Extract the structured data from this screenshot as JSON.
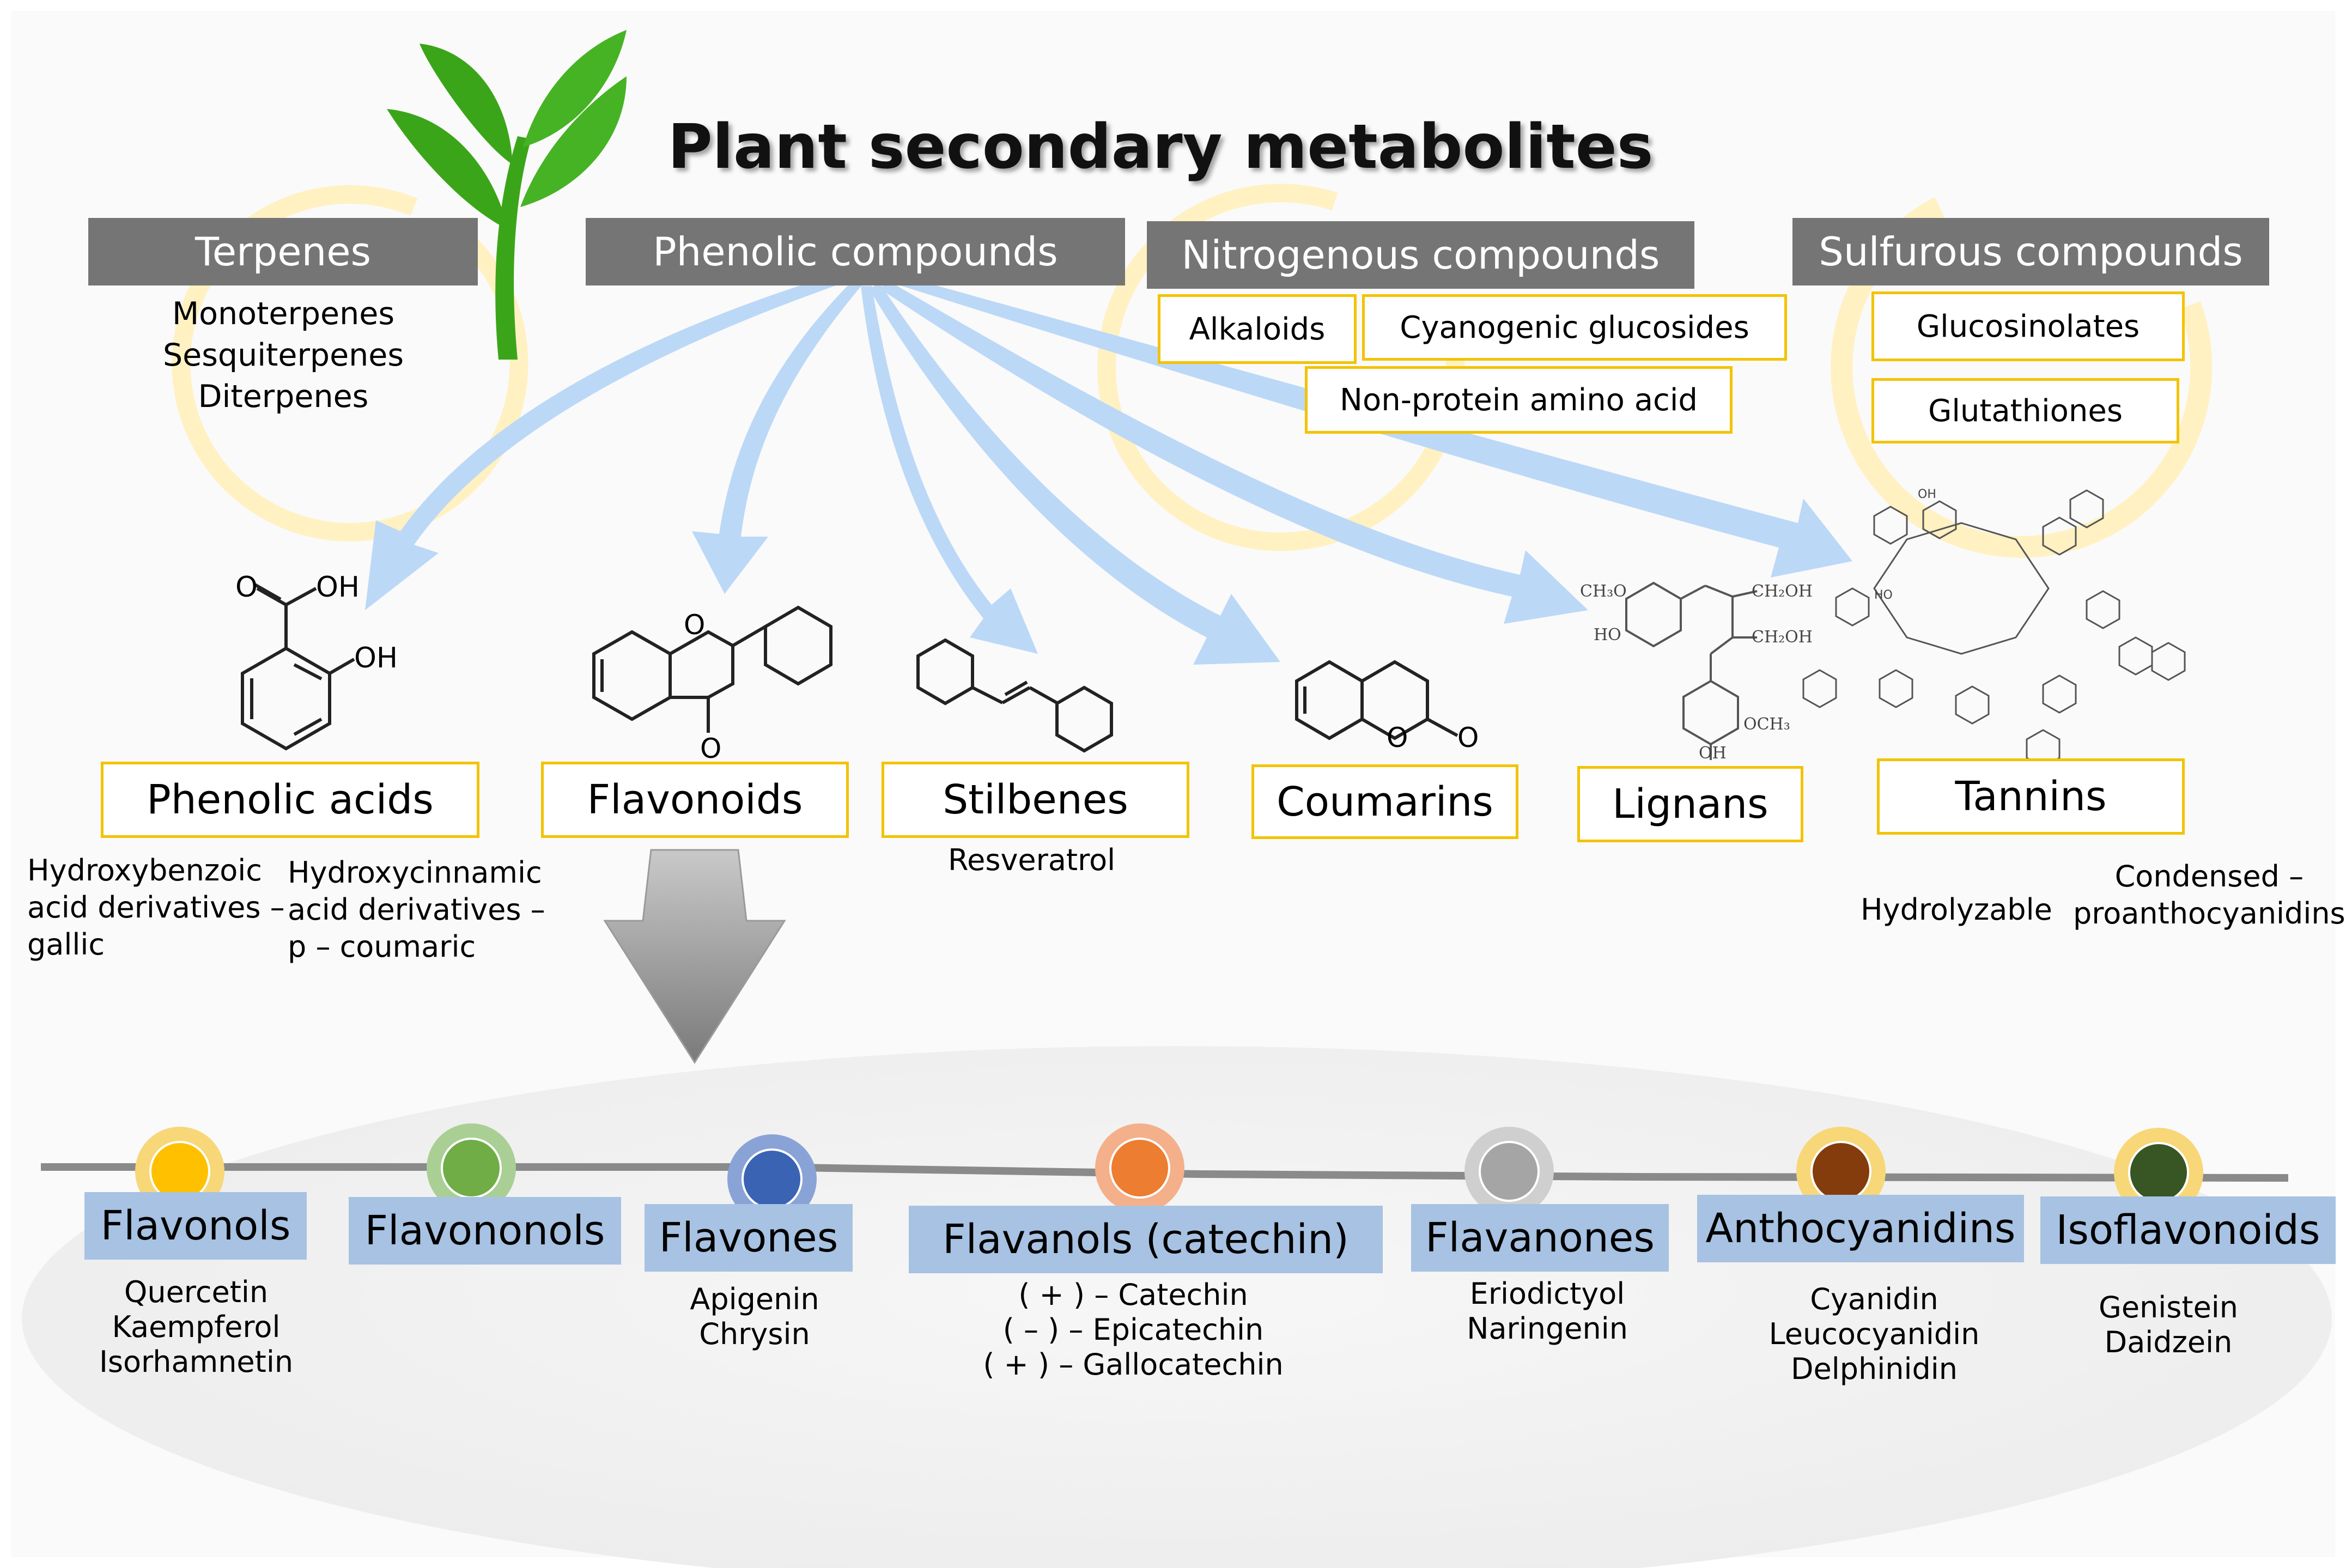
{
  "title": "Plant secondary metabolites",
  "terpenes": {
    "header": "Terpenes",
    "items": [
      "Monoterpenes",
      "Sesquiterpenes",
      "Diterpenes"
    ]
  },
  "phenolic": {
    "header": "Phenolic compounds"
  },
  "nitrogenous": {
    "header": "Nitrogenous compounds",
    "items": [
      "Alkaloids",
      "Cyanogenic glucosides",
      "Non-protein amino acid"
    ]
  },
  "sulfurous": {
    "header": "Sulfurous compounds",
    "items": [
      "Glucosinolates",
      "Glutathiones"
    ]
  },
  "phenolic_classes": {
    "phenolic_acids": {
      "label": "Phenolic acids",
      "left_desc": [
        "Hydroxybenzoic",
        "acid derivatives –",
        "gallic"
      ],
      "right_desc": [
        "Hydroxycinnamic",
        "acid derivatives –",
        "p – coumaric"
      ]
    },
    "flavonoids": {
      "label": "Flavonoids"
    },
    "stilbenes": {
      "label": "Stilbenes",
      "desc": "Resveratrol"
    },
    "coumarins": {
      "label": "Coumarins"
    },
    "lignans": {
      "label": "Lignans"
    },
    "tannins": {
      "label": "Tannins",
      "left_desc": "Hydrolyzable",
      "right_desc": [
        "Condensed –",
        "proanthocyanidins"
      ]
    }
  },
  "structure_labels": {
    "salicylic_o": "O",
    "salicylic_oh1": "OH",
    "salicylic_oh2": "OH",
    "flavone_o1": "O",
    "flavone_o2": "O",
    "coumarin_o1": "O",
    "coumarin_o2": "O",
    "lignan_ch3o": "CH₃O",
    "lignan_ho": "HO",
    "lignan_ch2oh1": "CH₂OH",
    "lignan_ch2oh2": "CH₂OH",
    "lignan_och3": "OCH₃",
    "lignan_oh": "OH",
    "tannin_oh": "OH",
    "tannin_ho": "HO"
  },
  "flavonoid_subclasses": [
    {
      "label": "Flavonols",
      "members": [
        "Quercetin",
        "Kaempferol",
        "Isorhamnetin"
      ],
      "color": "#ffc000",
      "halo": "#f7d777"
    },
    {
      "label": "Flavononols",
      "members": [],
      "color": "#70ad47",
      "halo": "#a9cf95"
    },
    {
      "label": "Flavones",
      "members": [
        "Apigenin",
        "Chrysin"
      ],
      "color": "#3a63b3",
      "halo": "#8aa3d6"
    },
    {
      "label": "Flavanols (catechin)",
      "members": [
        "( + ) – Catechin",
        "( – ) – Epicatechin",
        "( + ) – Gallocatechin"
      ],
      "color": "#ed7d31",
      "halo": "#f3b08a"
    },
    {
      "label": "Flavanones",
      "members": [
        "Eriodictyol",
        "Naringenin"
      ],
      "color": "#a5a5a5",
      "halo": "#cfcfcf"
    },
    {
      "label": "Anthocyanidins",
      "members": [
        "Cyanidin",
        "Leucocyanidin",
        "Delphinidin"
      ],
      "color": "#843c0c",
      "halo": "#f7d777"
    },
    {
      "label": "Isoflavonoids",
      "members": [
        "Genistein",
        "Daidzein"
      ],
      "color": "#375623",
      "halo": "#f7d777"
    }
  ],
  "colors": {
    "header_grey": "#757575",
    "box_border": "#f2c300",
    "arrow_blue": "#bcd8f7",
    "sub_box": "#a7c2e2",
    "ring_yellow": "#fff1c2",
    "leaf_green": "#3ba51a"
  }
}
